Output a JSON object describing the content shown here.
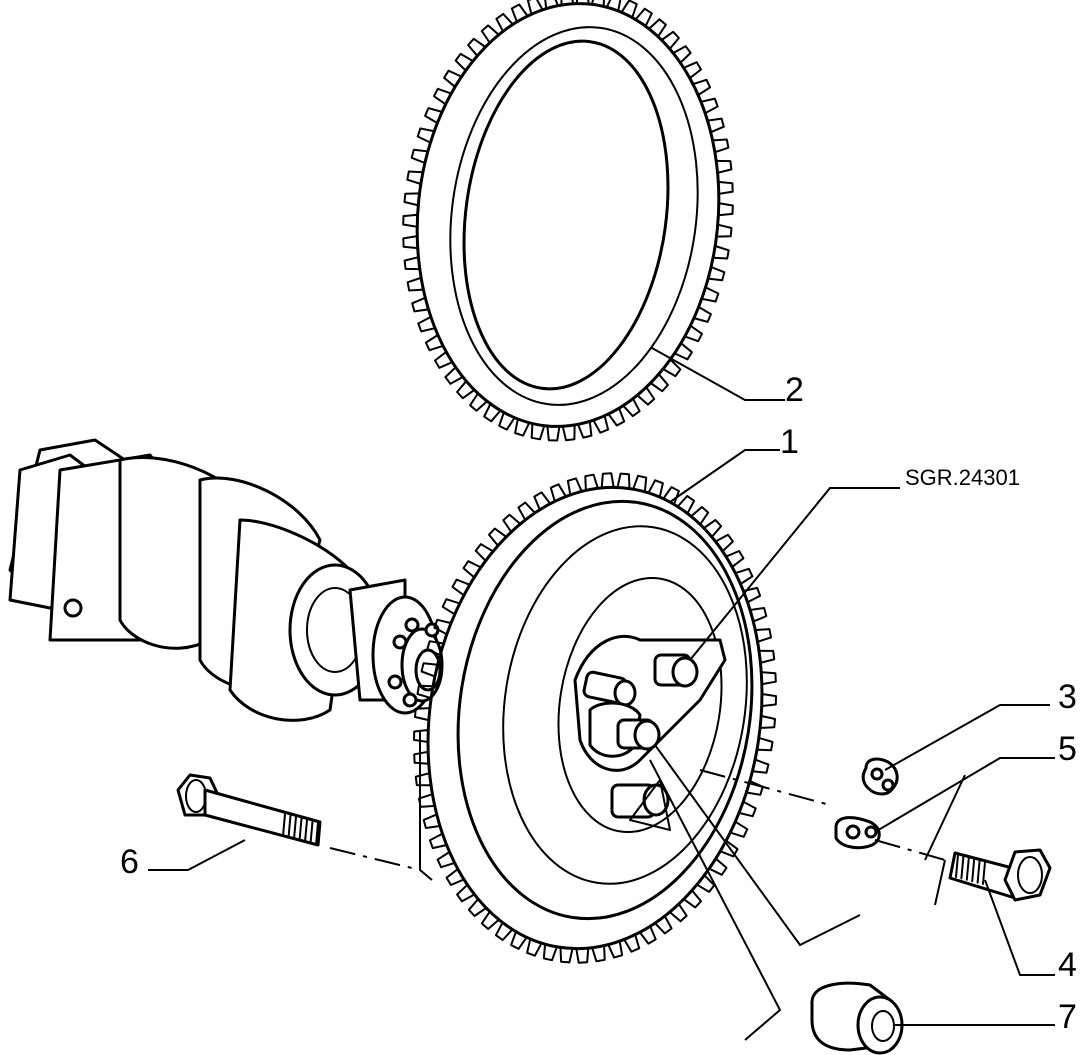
{
  "callouts": {
    "c1": "1",
    "c2": "2",
    "c3": "3",
    "c4": "4",
    "c5": "5",
    "c6": "6",
    "c7": "7",
    "ref": "SGR.24301"
  },
  "colors": {
    "ink": "#000000",
    "paper": "#ffffff"
  }
}
